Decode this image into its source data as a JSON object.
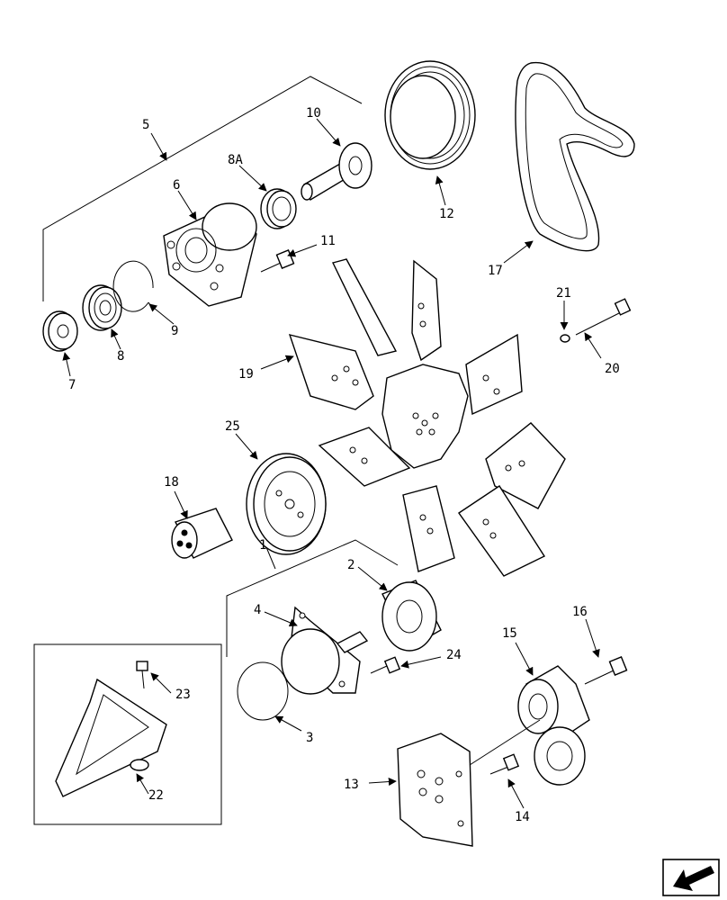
{
  "callouts": {
    "c1": "1",
    "c2": "2",
    "c3": "3",
    "c4": "4",
    "c5": "5",
    "c6": "6",
    "c7": "7",
    "c8": "8",
    "c8a": "8A",
    "c9": "9",
    "c10": "10",
    "c11": "11",
    "c12": "12",
    "c13": "13",
    "c14": "14",
    "c15": "15",
    "c16": "16",
    "c17": "17",
    "c18": "18",
    "c19": "19",
    "c20": "20",
    "c21": "21",
    "c22": "22",
    "c23": "23",
    "c24": "24",
    "c25": "25"
  },
  "nav": {
    "icon": "next-page-arrow-icon"
  }
}
